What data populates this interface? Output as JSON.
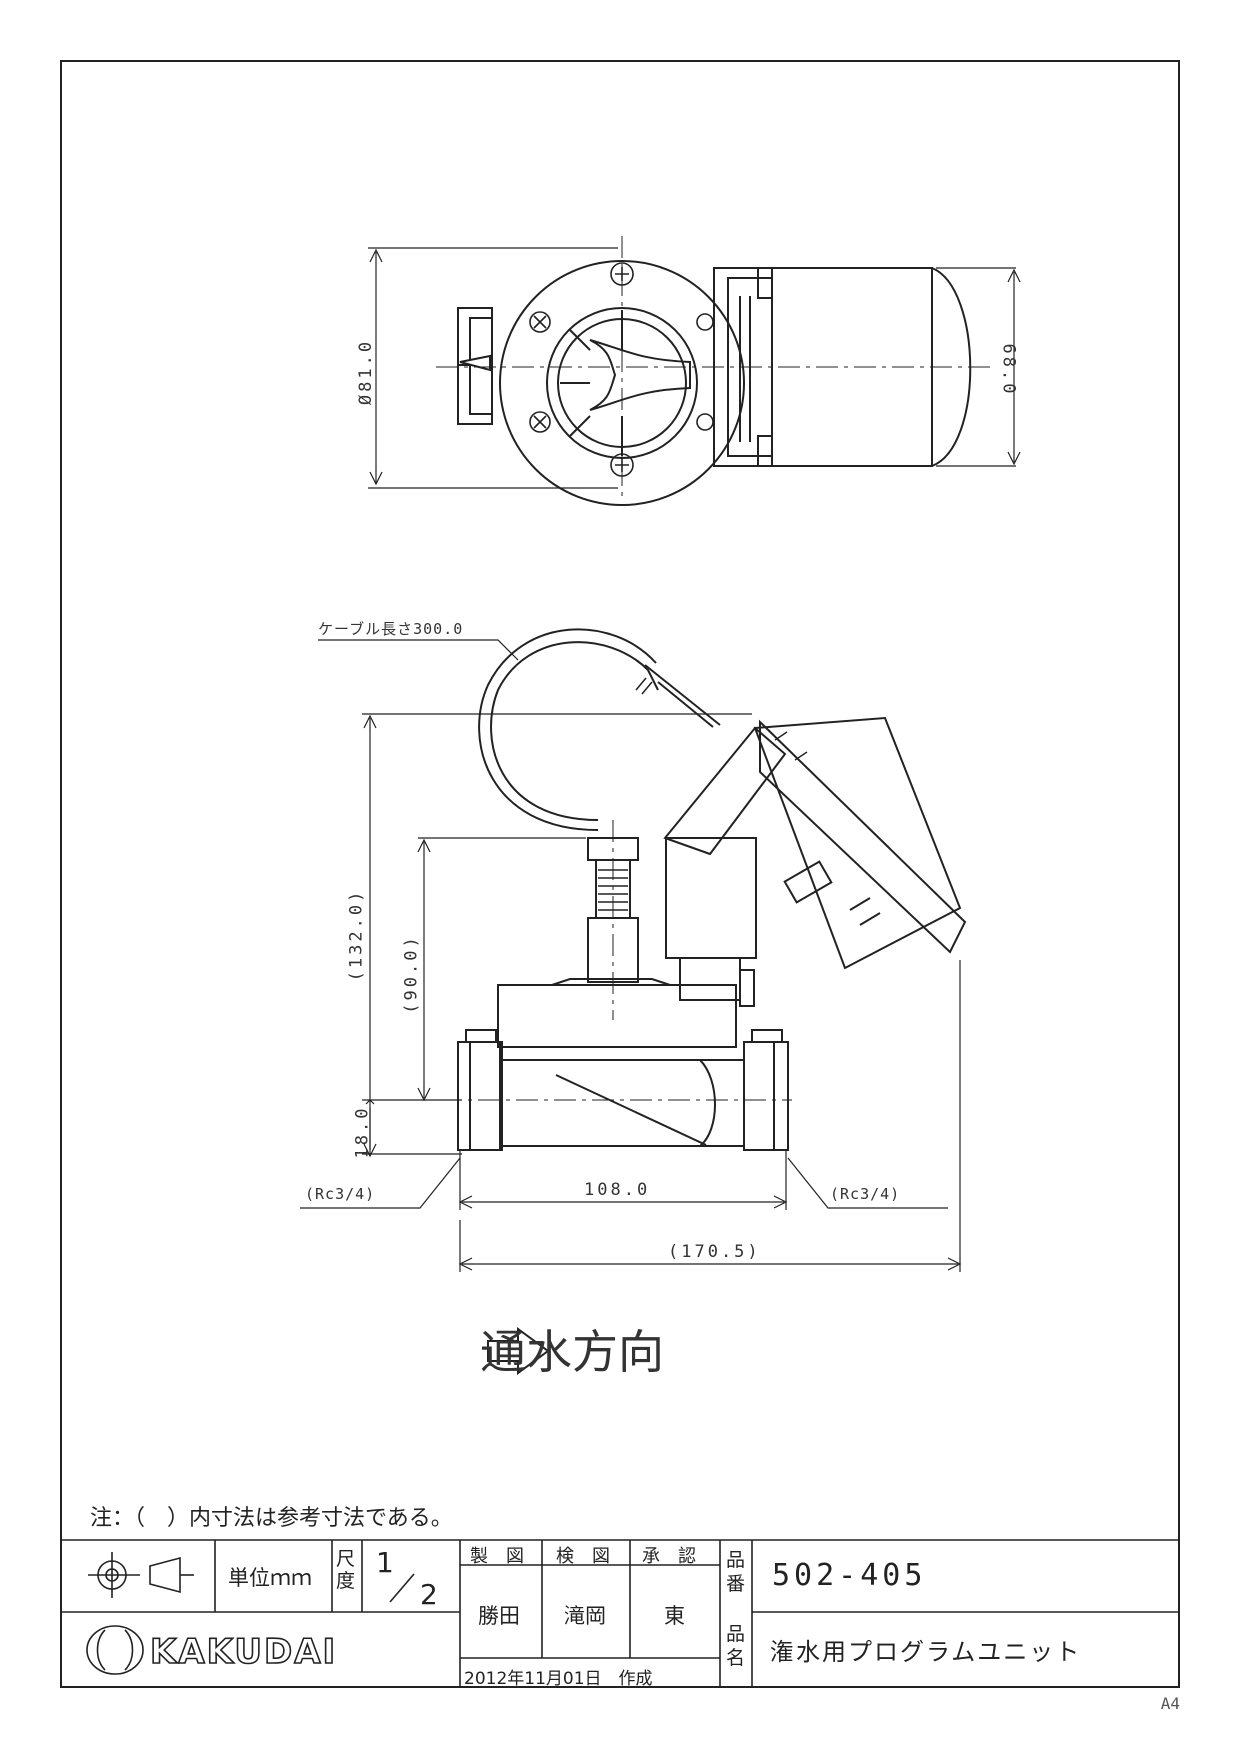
{
  "dimensions": {
    "top_diameter": "Ø81.0",
    "top_height": "68.0",
    "cable": "ケーブル長さ300.0",
    "height_total": "(132.0)",
    "height_valve": "(90.0)",
    "height_base": "18.0",
    "thread_left": "(Rc3/4)",
    "thread_right": "(Rc3/4)",
    "width_body": "108.0",
    "width_total": "(170.5)"
  },
  "flow_direction": "通水方向",
  "note": "注：（　）内寸法は参考寸法である。",
  "title_block": {
    "unit_label": "単位ｍｍ",
    "scale_label": "尺度",
    "scale_num": "1",
    "scale_den": "2",
    "drawn_header": "製　図",
    "checked_header": "検　図",
    "approved_header": "承　認",
    "drawn_by": "勝田",
    "checked_by": "滝岡",
    "approved_by": "東",
    "part_no_label": "品番",
    "part_no": "502-405",
    "part_name_label": "品名",
    "part_name": "潅水用プログラムユニット",
    "date": "2012年11月01日　作成",
    "brand": "KAKUDAI"
  },
  "paper_size": "A4"
}
